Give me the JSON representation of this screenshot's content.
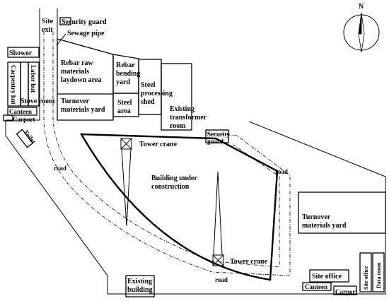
{
  "compass": {
    "north_label": "N"
  },
  "labels": {
    "site_exit_1": "Site",
    "site_exit_2": "exit",
    "security_guard_top": "Security guard",
    "sewage_pipe": "Sewage pipe",
    "shower": "Shower",
    "carpentry_hut": "Carpentry hut",
    "labor_hut": "Labor hut",
    "stove_room": "Stove room",
    "canteen_left": "Canteen",
    "carport_left": "Carport",
    "toilet": "Toilet",
    "rebar_raw_1": "Rebar raw",
    "rebar_raw_2": "materials",
    "rebar_raw_3": "laydown area",
    "rebar_bending_1": "Rebar",
    "rebar_bending_2": "bending",
    "rebar_bending_3": "yard",
    "steel_processing_1": "Steel",
    "steel_processing_2": "processing",
    "steel_processing_3": "shed",
    "turnover_top_1": "Turnover",
    "turnover_top_2": "materials yard",
    "steel_area_1": "Steel",
    "steel_area_2": "area",
    "transformer_1": "Existing",
    "transformer_2": "transformer",
    "transformer_3": "room",
    "security_guard_mid_1": "Security",
    "security_guard_mid_2": "guard",
    "tower_crane_top": "Tower crane",
    "building_1": "Building under",
    "building_2": "construction",
    "tower_crane_bottom": "Tower crane",
    "road_left": "road",
    "road_right": "road",
    "road_bottom": "road",
    "turnover_right_1": "Turnover",
    "turnover_right_2": "materials yard",
    "existing_building_1": "Existing",
    "existing_building_2": "building",
    "site_office_right": "Site office",
    "canteen_bottom": "Canteen",
    "carport_bottom": "Carport",
    "site_office_vertical": "Site office",
    "data_room": "Data room"
  }
}
